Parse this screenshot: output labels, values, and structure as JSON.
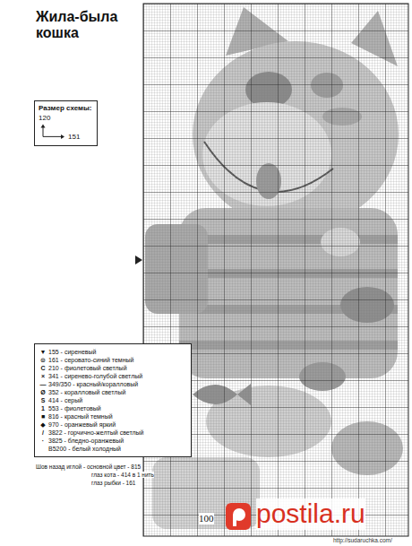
{
  "diagram": {
    "title": "Жила-была кошка",
    "nodes": [
      {
        "text": [
          "Размер схемы:",
          "120",
          "151"
        ]
      }
    ],
    "labels": [
      "▼",
      "⊙",
      "C",
      "×",
      "—",
      "Ø",
      "S",
      "1",
      "■",
      "◆",
      "/",
      "·",
      "Шов назад иглой - основной цвет - 815",
      "глаз кота - 414 в 1 нить",
      "глаз рыбки - 161",
      "100",
      "http://sudaruchka.com/",
      "postila.ru"
    ],
    "legend": [
      {
        "text": "155 - сиреневый"
      },
      {
        "text": "161 - серовато-синий темный"
      },
      {
        "text": "210 - фиолетовый светлый"
      },
      {
        "text": "341 - сиренево-голубой светлый"
      },
      {
        "text": "349/350 - красный/коралловый"
      },
      {
        "text": "352 - коралловый светлый"
      },
      {
        "text": "414 - серый"
      },
      {
        "text": "553 - фиолетовый"
      },
      {
        "text": "816 - красный темный"
      },
      {
        "text": "970 - оранжевый яркий"
      },
      {
        "text": "3822 - горчично-желтый светлый"
      },
      {
        "text": "3825 - бледно-оранжевый"
      },
      {
        "text": "B5200 - белый холодный"
      }
    ]
  }
}
